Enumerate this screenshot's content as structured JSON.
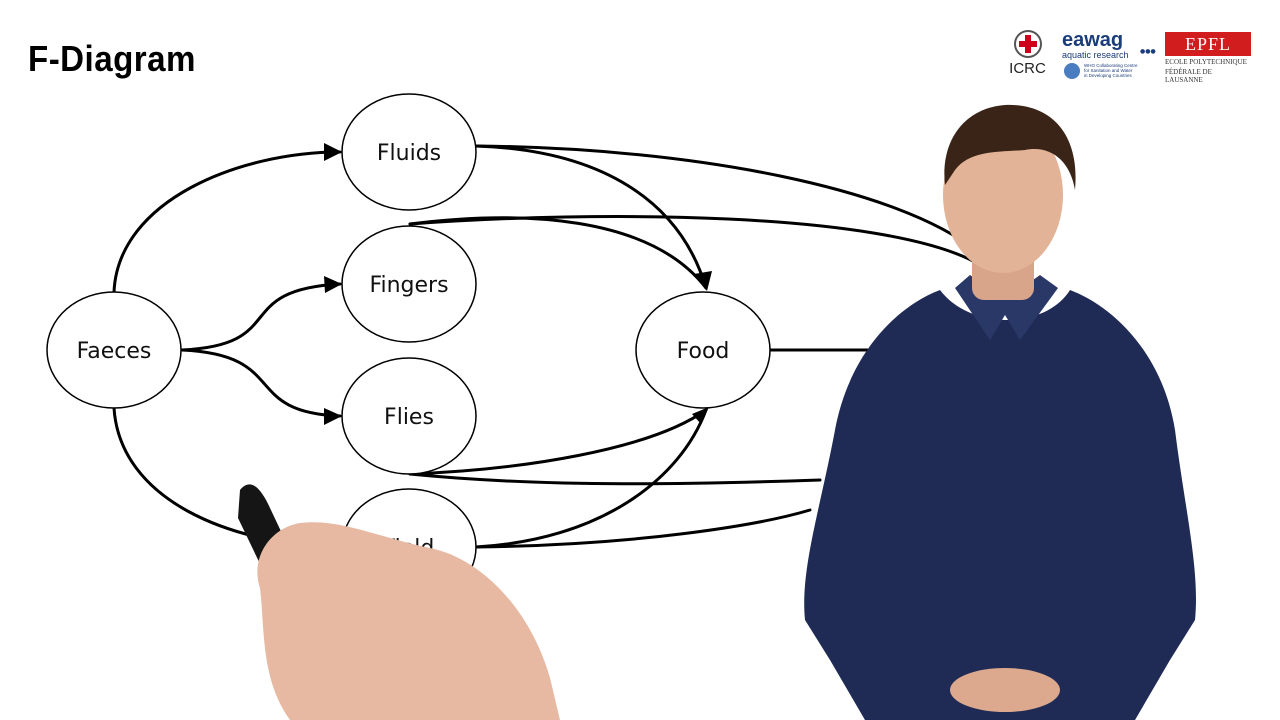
{
  "title": "F-Diagram",
  "nodes": {
    "faeces": "Faeces",
    "fluids": "Fluids",
    "fingers": "Fingers",
    "flies": "Flies",
    "field": "Field",
    "food": "Food"
  },
  "logos": {
    "icrc": "ICRC",
    "eawag_name": "eawag",
    "eawag_sub": "aquatic research",
    "eawag_who_1": "WHO Collaborating Centre",
    "eawag_who_2": "for Sanitation and Water",
    "eawag_who_3": "in Developing Countries",
    "epfl": "EPFL",
    "epfl_sub_1": "ECOLE POLYTECHNIQUE",
    "epfl_sub_2": "FÉDÉRALE DE LAUSANNE"
  }
}
